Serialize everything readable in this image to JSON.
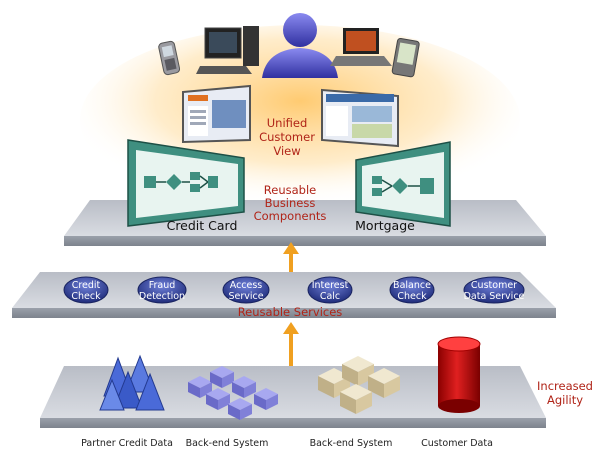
{
  "top": {
    "unified_view": [
      "Unified",
      "Customer",
      "View"
    ]
  },
  "components_layer": {
    "label": [
      "Reusable",
      "Business",
      "Components"
    ],
    "left_panel": "Credit Card",
    "right_panel": "Mortgage"
  },
  "services_layer": {
    "label": "Reusable Services",
    "services": [
      [
        "Credit",
        "Check"
      ],
      [
        "Fraud",
        "Detection"
      ],
      [
        "Access",
        "Service"
      ],
      [
        "Interest",
        "Calc"
      ],
      [
        "Balance",
        "Check"
      ],
      [
        "Customer",
        "Data Service"
      ]
    ]
  },
  "data_layer": {
    "agility_label": [
      "Increased",
      "Agility"
    ],
    "captions": [
      "Partner Credit Data",
      "Back-end System",
      "Back-end System",
      "Customer Data"
    ]
  },
  "colors": {
    "accent_red": "#b02418",
    "arrow_orange": "#f0a020",
    "platform_grey": "#c8ccd4",
    "pill_blue": "#2f3f9a",
    "panel_teal": "#3f8f80"
  }
}
